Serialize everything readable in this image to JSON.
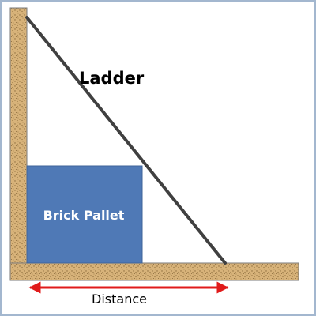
{
  "labels": {
    "ladder": "Ladder",
    "pallet": "Brick Pallet",
    "distance": "Distance"
  },
  "colors": {
    "frame": "#a3b7cf",
    "wall_fill": "#d8b37a",
    "wall_speckle": "#8a6a3a",
    "wall_edge": "#7a7a7a",
    "ladder": "#404040",
    "pallet_fill": "#4f79b6",
    "pallet_edge": "#3f6499",
    "pallet_text": "#ffffff",
    "arrow": "#e01b1b",
    "text": "#000000"
  }
}
